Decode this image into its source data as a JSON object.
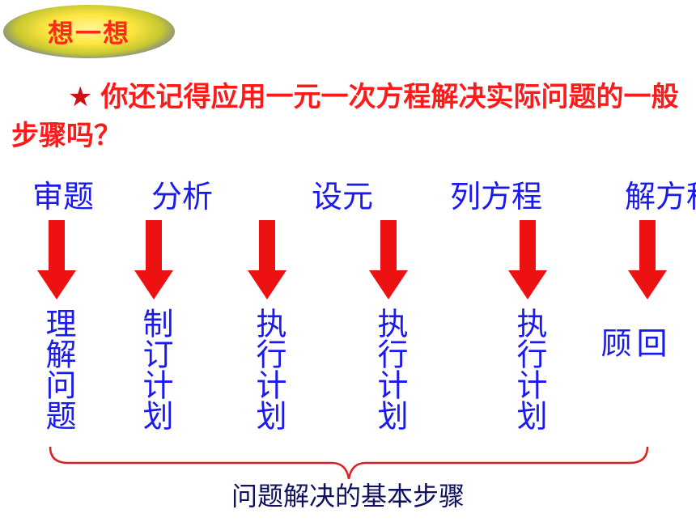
{
  "badge": {
    "text": "想一想"
  },
  "question": {
    "star": "★",
    "text": "你还记得应用一元一次方程解决实际问题的一般步骤吗？"
  },
  "steps": [
    "审题",
    "分析",
    "设元",
    "列方程",
    "解方程"
  ],
  "phases": [
    {
      "text": "理解问题"
    },
    {
      "text": "制订计划"
    },
    {
      "text": "执行计划"
    },
    {
      "text": "执行计划"
    },
    {
      "text": "执行计划"
    },
    {
      "text": "回顾"
    }
  ],
  "summary": "问题解决的基本步骤",
  "colors": {
    "arrow": "#ee1111",
    "text_blue": "#1a1aee",
    "title_red": "#ff1a1a",
    "brace": "#e02020"
  }
}
